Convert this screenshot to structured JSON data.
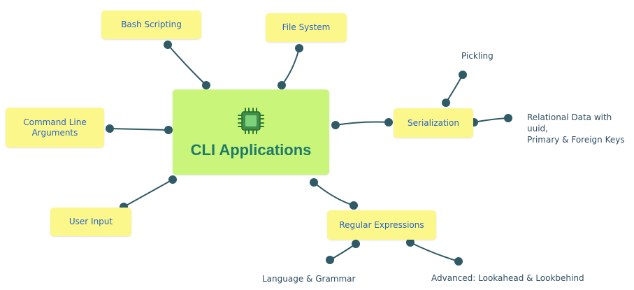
{
  "central": {
    "label": "CLI Applications",
    "icon": "chip-icon"
  },
  "topics": {
    "bash_scripting": "Bash Scripting",
    "file_system": "File System",
    "command_line_arguments": "Command Line\nArguments",
    "user_input": "User Input",
    "serialization": "Serialization",
    "regular_expressions": "Regular Expressions"
  },
  "subtopics": {
    "pickling": "Pickling",
    "relational_data": "Relational Data with uuid,\nPrimary & Foreign Keys",
    "language_grammar": "Language & Grammar",
    "advanced_lookahead": "Advanced: Lookahead & Lookbehind"
  },
  "colors": {
    "central_fill": "#c8f57a",
    "topic_fill": "#fbf78a",
    "connector": "#2f5a66",
    "topic_text": "#2b64c8",
    "central_text": "#1f7a6a"
  }
}
